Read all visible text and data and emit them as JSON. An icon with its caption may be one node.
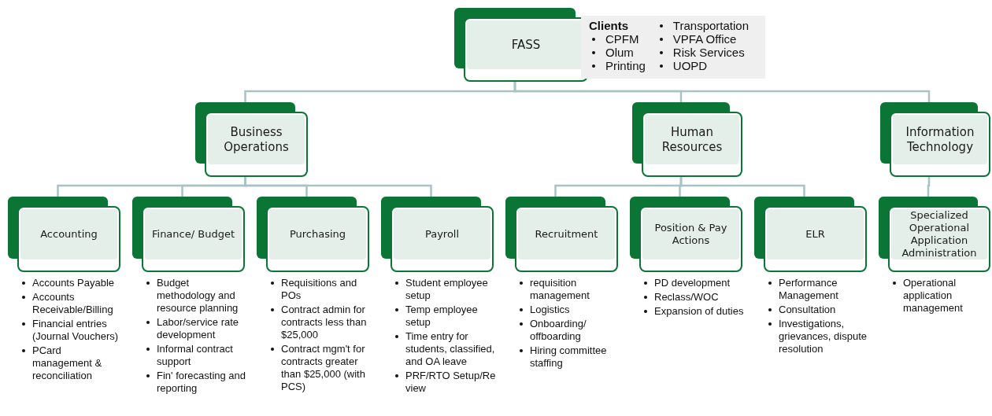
{
  "diagram": {
    "nodes": [
      {
        "text": [
          "FASS"
        ]
      },
      {
        "text": [
          "Clients",
          "CPFM",
          "Olum",
          "Printing",
          "Transportation",
          "VPFA Office",
          "Risk Services",
          "UOPD"
        ]
      },
      {
        "text": [
          "Business Operations"
        ]
      },
      {
        "text": [
          "Human Resources"
        ]
      },
      {
        "text": [
          "Information Technology"
        ]
      },
      {
        "text": [
          "Accounting"
        ],
        "beside": [
          "Accounts Payable",
          "Accounts Receivable/Billing",
          "Financial entries (Journal Vouchers)",
          "PCard management & reconciliation"
        ]
      },
      {
        "text": [
          "Finance/ Budget"
        ],
        "beside": [
          "Budget methodology and resource planning",
          "Labor/service rate development",
          "Informal contract support",
          "Fin' forecasting and reporting"
        ]
      },
      {
        "text": [
          "Purchasing"
        ],
        "beside": [
          "Requisitions and POs",
          "Contract admin for contracts less than $25,000",
          "Contract mgm't for contracts greater than $25,000 (with PCS)"
        ]
      },
      {
        "text": [
          "Payroll"
        ],
        "beside": [
          "Student employee setup",
          "Temp employee setup",
          "Time entry for students, classified, and OA leave",
          "PRF/RTO Setup/Re view"
        ]
      },
      {
        "text": [
          "Recruitment"
        ],
        "beside": [
          "requisition management",
          "Logistics",
          "Onboarding/ offboarding",
          "Hiring committee staffing"
        ]
      },
      {
        "text": [
          "Position & Pay Actions"
        ],
        "beside": [
          "PD development",
          "Reclass/WOC",
          "Expansion of duties"
        ]
      },
      {
        "text": [
          "ELR"
        ],
        "beside": [
          "Performance Management",
          "Consultation",
          "Investigations, grievances, dispute resolution"
        ]
      },
      {
        "text": [
          "Specialized Operational Application Administration"
        ],
        "beside": [
          "Operational application management"
        ]
      }
    ],
    "edges": [
      {
        "from": 0,
        "to": 2,
        "arrow": "none"
      },
      {
        "from": 0,
        "to": 3,
        "arrow": "none"
      },
      {
        "from": 0,
        "to": 4,
        "arrow": "none"
      },
      {
        "from": 2,
        "to": 5,
        "arrow": "none"
      },
      {
        "from": 2,
        "to": 6,
        "arrow": "none"
      },
      {
        "from": 2,
        "to": 7,
        "arrow": "none"
      },
      {
        "from": 2,
        "to": 8,
        "arrow": "none"
      },
      {
        "from": 3,
        "to": 9,
        "arrow": "none"
      },
      {
        "from": 3,
        "to": 10,
        "arrow": "none"
      },
      {
        "from": 3,
        "to": 11,
        "arrow": "none"
      },
      {
        "from": 4,
        "to": 12,
        "arrow": "none"
      }
    ]
  }
}
